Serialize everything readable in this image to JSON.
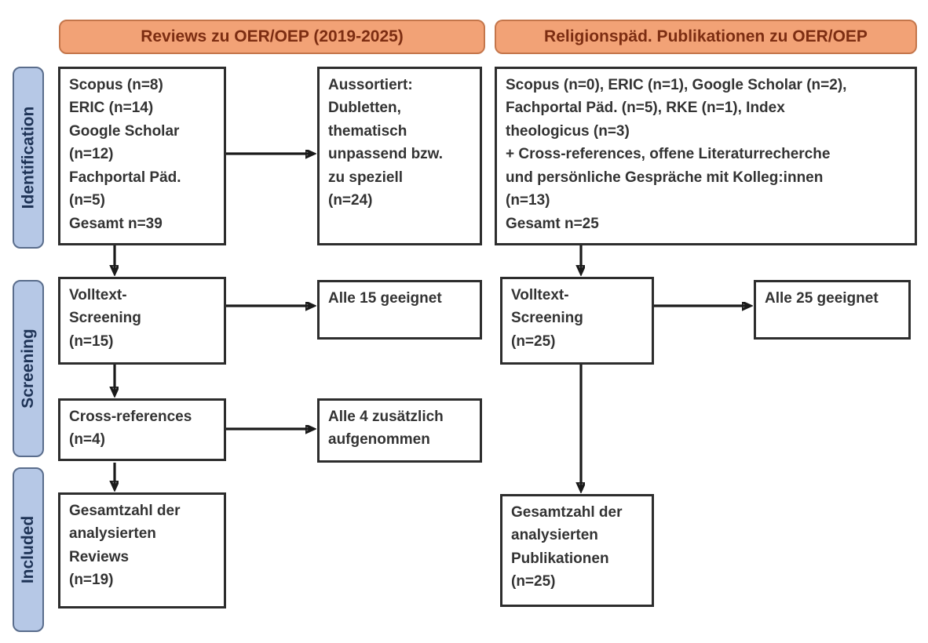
{
  "headers": {
    "left": "Reviews zu OER/OEP (2019-2025)",
    "right": "Religionspäd. Publikationen zu OER/OEP"
  },
  "stages": {
    "identification": "Identification",
    "screening": "Screening",
    "included": "Included"
  },
  "boxes": {
    "left_sources": "Scopus (n=8)\nERIC (n=14)\nGoogle Scholar\n(n=12)\nFachportal Päd.\n(n=5)\nGesamt n=39",
    "left_excluded": "Aussortiert:\nDubletten,\nthematisch\nunpassend bzw.\nzu speziell\n(n=24)",
    "left_fulltext": "Volltext-\nScreening\n(n=15)",
    "left_fulltext_result": "Alle 15 geeignet",
    "left_crossref": "Cross-references\n(n=4)",
    "left_crossref_result": "Alle 4 zusätzlich\naufgenommen",
    "left_included": "Gesamtzahl der\nanalysierten\nReviews\n(n=19)",
    "right_sources": "Scopus (n=0), ERIC (n=1), Google Scholar (n=2),\nFachportal Päd. (n=5), RKE (n=1), Index\ntheologicus (n=3)\n+ Cross-references, offene Literaturrecherche\nund persönliche Gespräche mit Kolleg:innen\n(n=13)\nGesamt n=25",
    "right_fulltext": "Volltext-\nScreening\n(n=25)",
    "right_fulltext_result": "Alle 25 geeignet",
    "right_included": "Gesamtzahl der\nanalysierten\nPublikationen\n(n=25)"
  },
  "colors": {
    "header_fill": "#F2A276",
    "header_border": "#C4764B",
    "header_text": "#7C2D12",
    "stage_fill": "#B6C8E6",
    "stage_border": "#5A6D8C",
    "stage_text": "#1E3356",
    "box_border": "#2D2D2D",
    "box_text": "#333333",
    "arrow": "#1A1A1A"
  }
}
